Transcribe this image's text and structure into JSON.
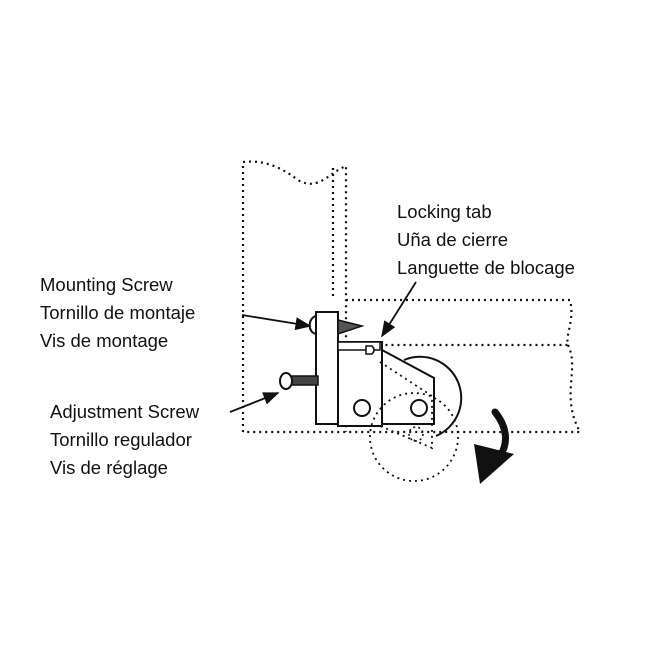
{
  "labels": {
    "locking_tab": {
      "en": "Locking tab",
      "es": "Uña de cierre",
      "fr": "Languette de blocage"
    },
    "mounting_screw": {
      "en": "Mounting Screw",
      "es": "Tornillo de montaje",
      "fr": "Vis de montage"
    },
    "adjustment_screw": {
      "en": "Adjustment Screw",
      "es": "Tornillo regulador",
      "fr": "Vis de réglage"
    }
  },
  "colors": {
    "line": "#111111",
    "background": "#ffffff"
  }
}
